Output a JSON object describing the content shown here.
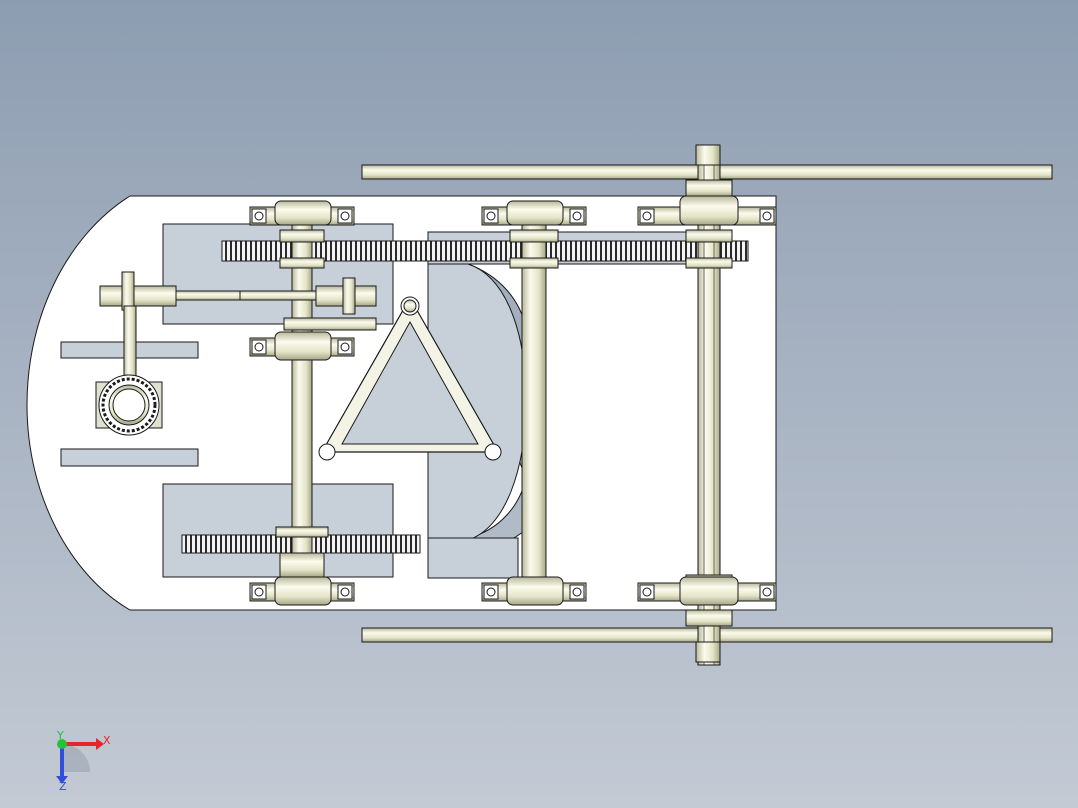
{
  "viewport": {
    "background_top": "#8d9db1",
    "background_bottom": "#c3cad4"
  },
  "triad": {
    "x_label": "X",
    "y_label": "Y",
    "z_label": "Z",
    "x_color": "#e8262a",
    "y_color": "#23c23c",
    "z_color": "#2f4fd8"
  },
  "model": {
    "plate_color": "#ffffff",
    "shaft_color": "#eeeed8",
    "line_color": "#1a1a1a"
  }
}
